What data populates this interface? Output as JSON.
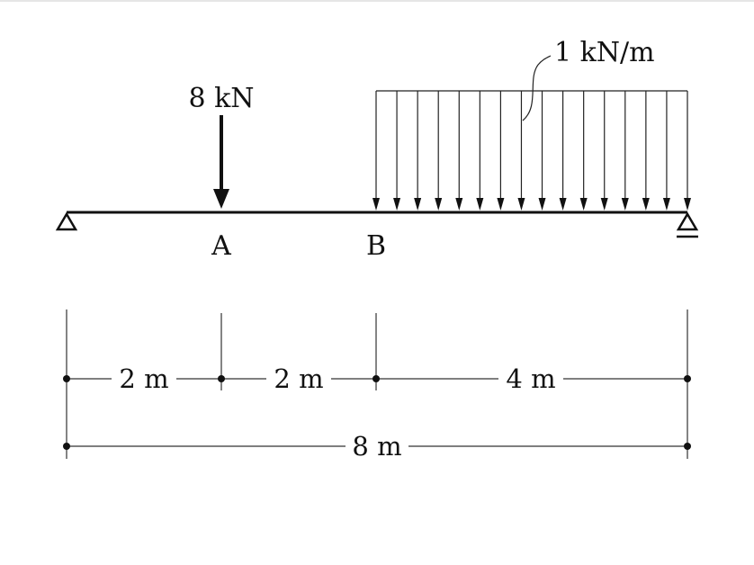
{
  "diagram": {
    "point_load": {
      "label": "8 kN"
    },
    "distributed_load": {
      "label": "1 kN/m"
    },
    "points": {
      "a": "A",
      "b": "B"
    },
    "dimensions": {
      "seg1": "2 m",
      "seg2": "2 m",
      "seg3": "4 m",
      "total": "8 m"
    },
    "colors": {
      "ink": "#111111",
      "thin": "#333333"
    }
  }
}
